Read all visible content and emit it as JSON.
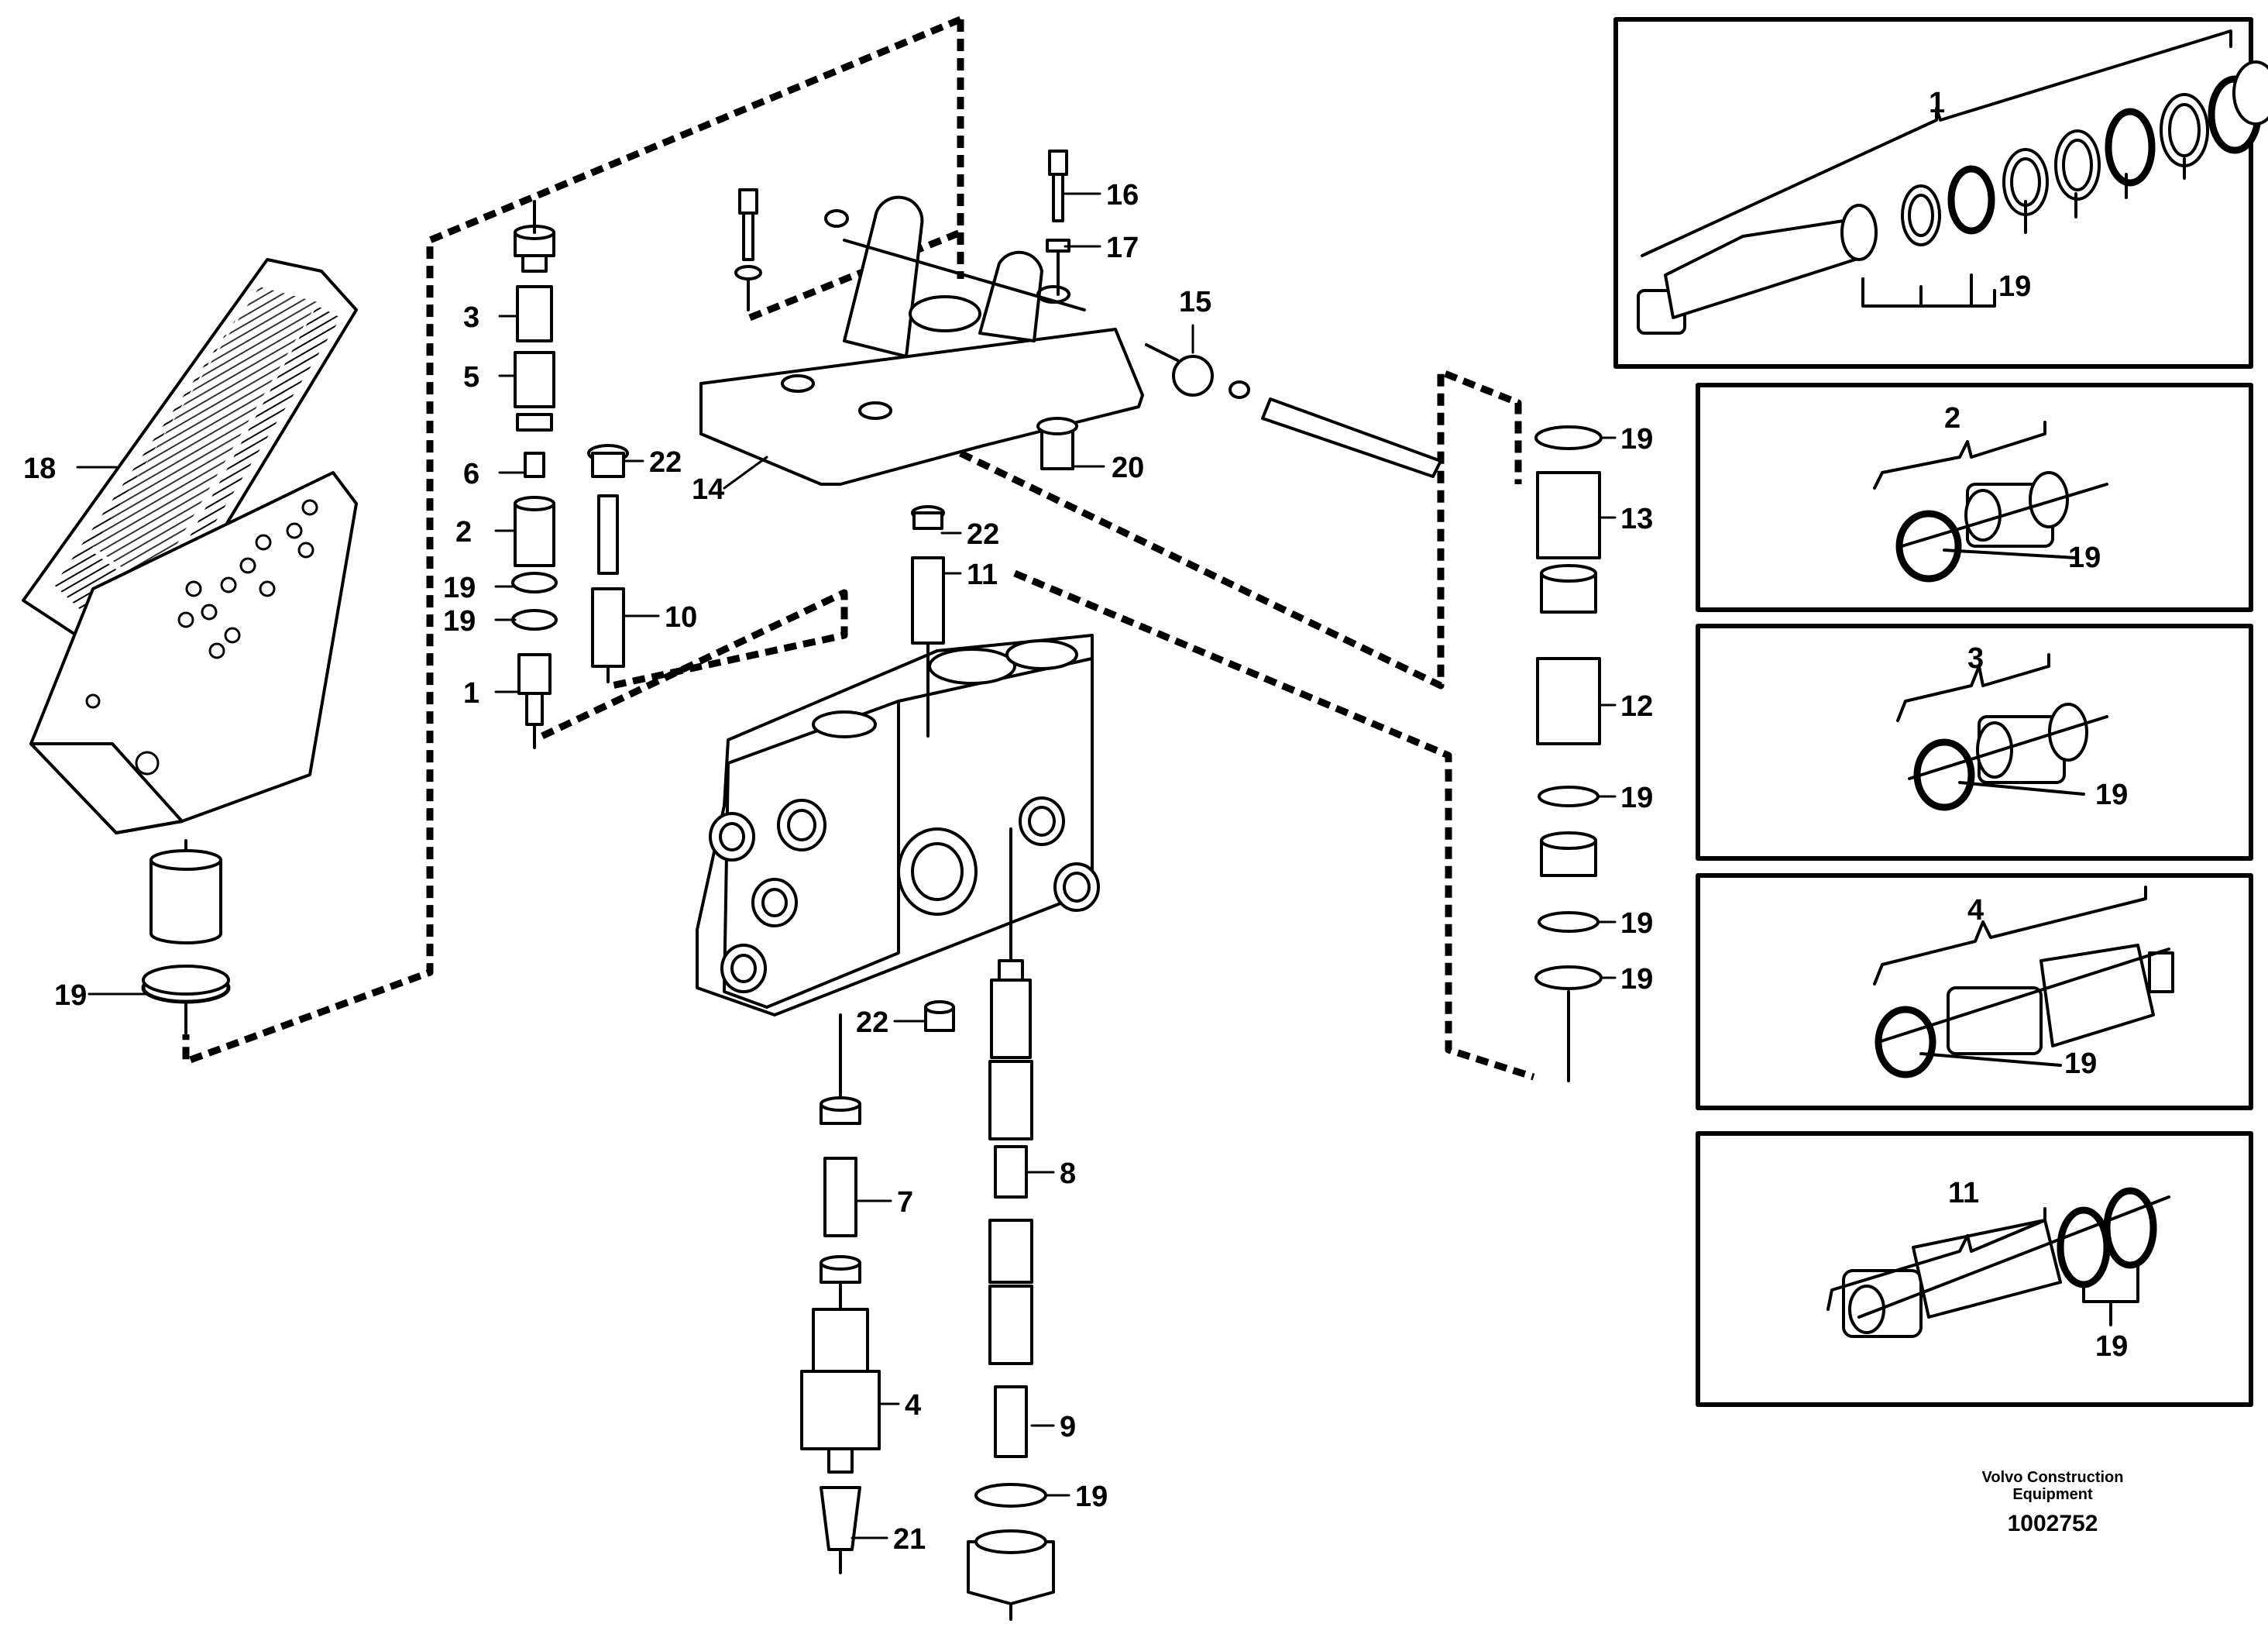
{
  "diagram": {
    "callouts": {
      "pedal": "18",
      "pedal_ring": "19",
      "c3": "3",
      "c5": "5",
      "c6": "6",
      "c2": "2",
      "c19a": "19",
      "c19b": "19",
      "c1": "1",
      "c22a": "22",
      "c10": "10",
      "c16": "16",
      "c17": "17",
      "c15": "15",
      "c14": "14",
      "c20": "20",
      "c22b": "22",
      "c11": "11",
      "c22c": "22",
      "c7": "7",
      "c4": "4",
      "c21": "21",
      "c8": "8",
      "c9": "9",
      "c19c": "19",
      "c19d": "19",
      "c13": "13",
      "c12": "12",
      "c19e": "19",
      "c19f": "19",
      "c19g": "19"
    },
    "detail_boxes": [
      {
        "part": "1",
        "ring": "19"
      },
      {
        "part": "2",
        "ring": "19"
      },
      {
        "part": "3",
        "ring": "19"
      },
      {
        "part": "4",
        "ring": "19"
      },
      {
        "part": "11",
        "ring": "19"
      }
    ]
  },
  "footer": {
    "maker_line1": "Volvo Construction",
    "maker_line2": "Equipment",
    "drawing_number": "1002752"
  }
}
